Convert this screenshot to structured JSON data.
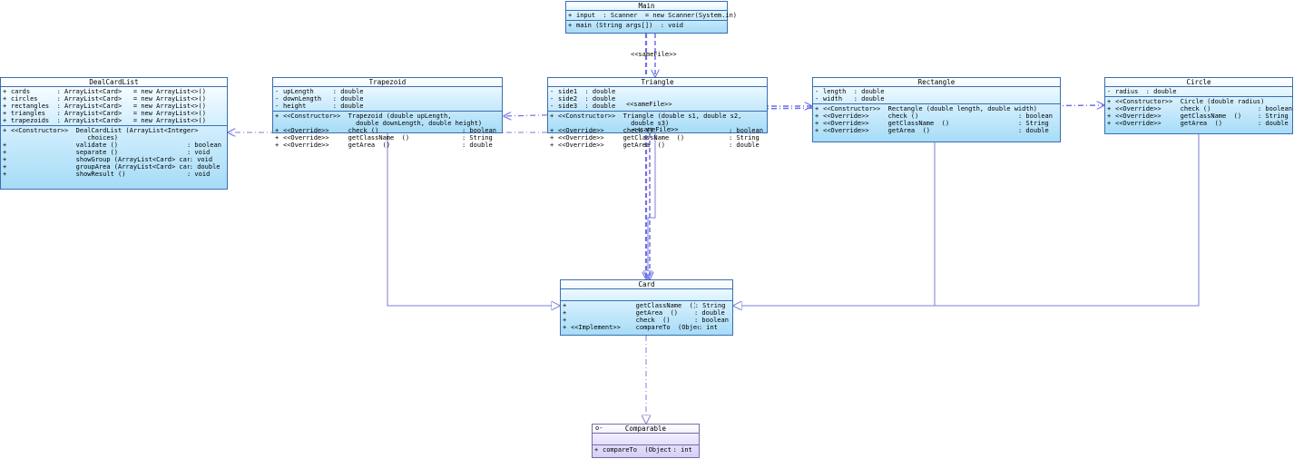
{
  "classes": {
    "main": {
      "name": "Main",
      "attrs": [
        {
          "vis": "+",
          "text": "input  : Scanner  = new Scanner(System.in)"
        }
      ],
      "ops": [
        {
          "vis": "+",
          "text": "main (String args[])  : void"
        }
      ]
    },
    "dealcardlist": {
      "name": "DealCardList",
      "attrs": [
        {
          "vis": "+",
          "text": "cards       : ArrayList<Card>   = new ArrayList<>()"
        },
        {
          "vis": "+",
          "text": "circles     : ArrayList<Card>   = new ArrayList<>()"
        },
        {
          "vis": "+",
          "text": "rectangles  : ArrayList<Card>   = new ArrayList<>()"
        },
        {
          "vis": "+",
          "text": "triangles   : ArrayList<Card>   = new ArrayList<>()"
        },
        {
          "vis": "+",
          "text": "trapezoids  : ArrayList<Card>   = new ArrayList<>()"
        }
      ],
      "ops": [
        {
          "vis": "+",
          "sig": "<<Constructor>>  DealCardList (ArrayList<Integer>\n                    choices)",
          "type": ""
        },
        {
          "vis": "+",
          "sig": "                 validate ()",
          "type": ": boolean"
        },
        {
          "vis": "+",
          "sig": "                 separate ()",
          "type": ": void"
        },
        {
          "vis": "+",
          "sig": "                 showGroup (ArrayList<Card> cards)",
          "type": ": void"
        },
        {
          "vis": "+",
          "sig": "                 groupArea (ArrayList<Card> cards)",
          "type": ": double"
        },
        {
          "vis": "+",
          "sig": "                 showResult ()",
          "type": ": void"
        }
      ]
    },
    "trapezoid": {
      "name": "Trapezoid",
      "attrs": [
        {
          "vis": "-",
          "text": "upLength     : double"
        },
        {
          "vis": "-",
          "text": "downLength   : double"
        },
        {
          "vis": "-",
          "text": "height       : double"
        }
      ],
      "ops": [
        {
          "vis": "+",
          "sig": "<<Constructor>>  Trapezoid (double upLength,\n                   double downLength, double height)",
          "type": ""
        },
        {
          "vis": "+",
          "sig": "<<Override>>     check ()",
          "type": ": boolean"
        },
        {
          "vis": "+",
          "sig": "<<Override>>     getClassName  ()",
          "type": ": String"
        },
        {
          "vis": "+",
          "sig": "<<Override>>     getArea  ()",
          "type": ": double"
        }
      ]
    },
    "triangle": {
      "name": "Triangle",
      "attrs": [
        {
          "vis": "-",
          "text": "side1  : double"
        },
        {
          "vis": "-",
          "text": "side2  : double"
        },
        {
          "vis": "-",
          "text": "side3  : double"
        }
      ],
      "ops": [
        {
          "vis": "+",
          "sig": "<<Constructor>>  Triangle (double s1, double s2,\n                   double s3)",
          "type": ""
        },
        {
          "vis": "+",
          "sig": "<<Override>>     check ()",
          "type": ": boolean"
        },
        {
          "vis": "+",
          "sig": "<<Override>>     getClassName  ()",
          "type": ": String"
        },
        {
          "vis": "+",
          "sig": "<<Override>>     getArea  ()",
          "type": ": double"
        }
      ]
    },
    "rectangle": {
      "name": "Rectangle",
      "attrs": [
        {
          "vis": "-",
          "text": "length  : double"
        },
        {
          "vis": "-",
          "text": "width   : double"
        }
      ],
      "ops": [
        {
          "vis": "+",
          "sig": "<<Constructor>>  Rectangle (double length, double width)",
          "type": ""
        },
        {
          "vis": "+",
          "sig": "<<Override>>     check ()",
          "type": ": boolean"
        },
        {
          "vis": "+",
          "sig": "<<Override>>     getClassName  ()",
          "type": ": String"
        },
        {
          "vis": "+",
          "sig": "<<Override>>     getArea  ()",
          "type": ": double"
        }
      ]
    },
    "circle": {
      "name": "Circle",
      "attrs": [
        {
          "vis": "-",
          "text": "radius  : double"
        }
      ],
      "ops": [
        {
          "vis": "+",
          "sig": "<<Constructor>>  Circle (double radius)",
          "type": ""
        },
        {
          "vis": "+",
          "sig": "<<Override>>     check ()",
          "type": ": boolean"
        },
        {
          "vis": "+",
          "sig": "<<Override>>     getClassName  ()",
          "type": ": String"
        },
        {
          "vis": "+",
          "sig": "<<Override>>     getArea  ()",
          "type": ": double"
        }
      ]
    },
    "card": {
      "name": "Card",
      "ops": [
        {
          "vis": "+",
          "sig": "                 getClassName  ()",
          "type": ": String"
        },
        {
          "vis": "+",
          "sig": "                 getArea  ()",
          "type": ": double"
        },
        {
          "vis": "+",
          "sig": "                 check  ()",
          "type": ": boolean"
        },
        {
          "vis": "+",
          "sig": "<<Implement>>    compareTo  (Object o)",
          "type": ": int"
        }
      ]
    },
    "comparable": {
      "name": "Comparable",
      "marker": "o-",
      "ops": [
        {
          "vis": "+",
          "sig": "compareTo  (Object o)",
          "type": ": int"
        }
      ]
    }
  },
  "labels": {
    "samefile": "<<sameFile>>"
  },
  "colors": {
    "class_border": "#3a6fb0",
    "edge": "#7b7fd8",
    "dependency": "#6f6fe8"
  }
}
